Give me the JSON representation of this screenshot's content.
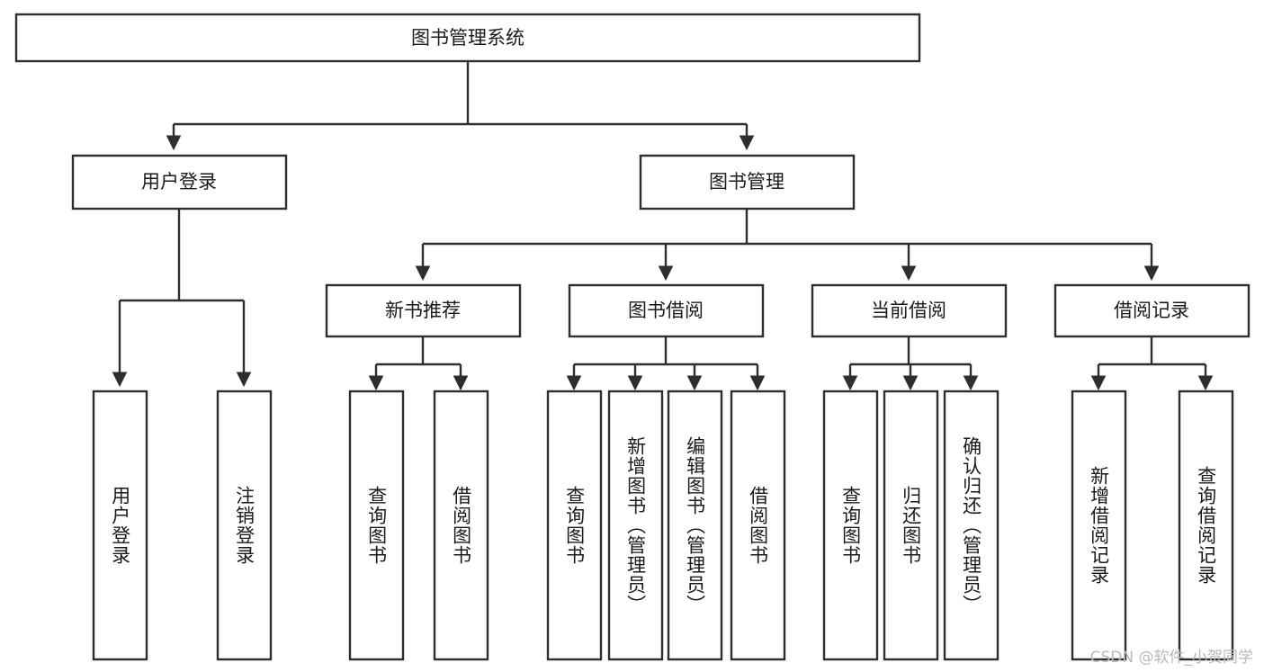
{
  "diagram": {
    "title": "图书管理系统",
    "type": "hierarchy-tree",
    "root": {
      "id": "root",
      "label": "图书管理系统"
    },
    "level2": [
      {
        "id": "user-login",
        "label": "用户登录"
      },
      {
        "id": "book-manage",
        "label": "图书管理"
      }
    ],
    "level3": [
      {
        "id": "new-book-recommend",
        "label": "新书推荐",
        "parent": "book-manage"
      },
      {
        "id": "book-borrow",
        "label": "图书借阅",
        "parent": "book-manage"
      },
      {
        "id": "current-borrow",
        "label": "当前借阅",
        "parent": "book-manage"
      },
      {
        "id": "borrow-record",
        "label": "借阅记录",
        "parent": "book-manage"
      }
    ],
    "leaves": {
      "user-login": [
        {
          "id": "leaf-user-login",
          "label": "用户登录"
        },
        {
          "id": "leaf-user-logout",
          "label": "注销登录"
        }
      ],
      "new-book-recommend": [
        {
          "id": "leaf-query-book-1",
          "label": "查询图书"
        },
        {
          "id": "leaf-borrow-book-1",
          "label": "借阅图书"
        }
      ],
      "book-borrow": [
        {
          "id": "leaf-query-book-2",
          "label": "查询图书"
        },
        {
          "id": "leaf-add-book",
          "label": "新增图书（管理员）"
        },
        {
          "id": "leaf-edit-book",
          "label": "编辑图书（管理员）"
        },
        {
          "id": "leaf-borrow-book-2",
          "label": "借阅图书"
        }
      ],
      "current-borrow": [
        {
          "id": "leaf-query-book-3",
          "label": "查询图书"
        },
        {
          "id": "leaf-return-book",
          "label": "归还图书"
        },
        {
          "id": "leaf-confirm-return",
          "label": "确认归还（管理员）"
        }
      ],
      "borrow-record": [
        {
          "id": "leaf-add-record",
          "label": "新增借阅记录"
        },
        {
          "id": "leaf-query-record",
          "label": "查询借阅记录"
        }
      ]
    }
  },
  "watermark": {
    "text": "CSDN @软件_小贺同学"
  },
  "colors": {
    "stroke": "#2e2e2e",
    "box_fill": "#ffffff",
    "text": "#1a1a1a",
    "watermark": "#b9b9b9",
    "background": "#ffffff"
  }
}
